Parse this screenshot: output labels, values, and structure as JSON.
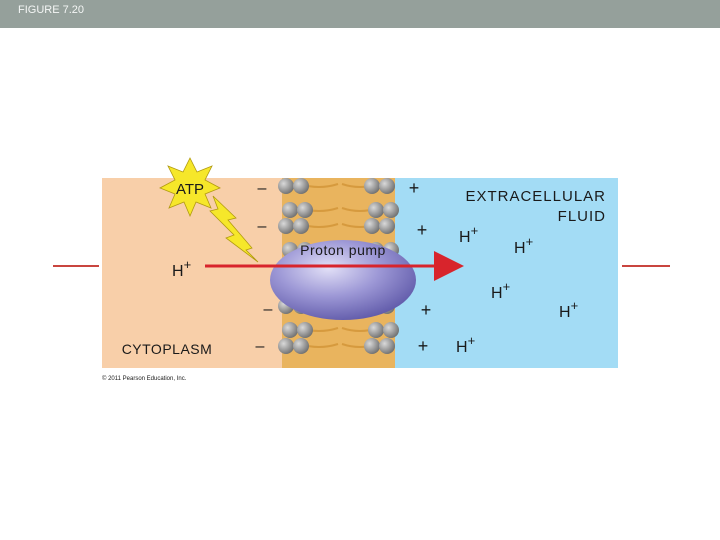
{
  "header": {
    "caption": "FIGURE 7.20"
  },
  "diagram": {
    "atp_label": "ATP",
    "pump_label": "Proton pump",
    "cytoplasm_label": "CYTOPLASM",
    "extracellular_line1": "EXTRACELLULAR",
    "extracellular_line2": "FLUID",
    "proton_symbol": "H",
    "proton_charge": "+",
    "negative_charge": "–",
    "positive_charge": "+",
    "copyright": "© 2011 Pearson Education, Inc."
  },
  "colors": {
    "cytoplasm": "#f8cfa9",
    "extracellular": "#a3dcf5",
    "membrane_tail": "#e8b05a",
    "membrane_head": "#8a8a8a",
    "pump": "#8e88cc",
    "arrow": "#d8242c",
    "atp_burst": "#f6e72a",
    "side_lines": "#c9453f"
  }
}
